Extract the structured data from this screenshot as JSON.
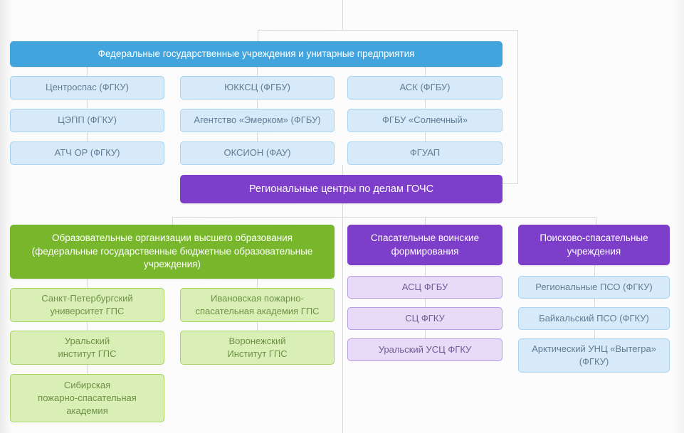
{
  "palette": {
    "blue_header": "#42a4dc",
    "blue_light_bg": "#d6eaf9",
    "blue_light_border": "#a6d3f0",
    "blue_text": "#627d95",
    "purple_header": "#7d3ec9",
    "purple_light_bg": "#e7dbf8",
    "purple_light_border": "#b89ae6",
    "purple_text": "#6f5b92",
    "green_header": "#78b72b",
    "green_light_bg": "#d9efb6",
    "green_light_border": "#a8d465",
    "green_text": "#6e9146",
    "connector_line": "#d8d8d8"
  },
  "federal": {
    "title": "Федеральные государственные учреждения и унитарные предприятия",
    "col1": [
      "Центроспас (ФГКУ)",
      "ЦЭПП (ФГКУ)",
      "АТЧ ОР (ФГКУ)"
    ],
    "col2": [
      "ЮККСЦ (ФГБУ)",
      "Агентство «Эмерком» (ФГБУ)",
      "ОКСИОН (ФАУ)"
    ],
    "col3": [
      "АСК (ФГБУ)",
      "ФГБУ «Солнечный»",
      "ФГУАП"
    ]
  },
  "regional": {
    "title": "Региональные центры по делам ГОЧС"
  },
  "education": {
    "title": "Образовательные организации высшего образования\n(федеральные государственные бюджетные образовательные\nучреждения)",
    "col1": [
      "Санкт-Петербургский\nуниверситет ГПС",
      "Уральский\nинститут ГПС",
      "Сибирская\nпожарно-спасательная\nакадемия"
    ],
    "col2": [
      "Ивановская пожарно-\nспасательная академия ГПС",
      "Воронежский\nИнститут ГПС"
    ]
  },
  "military": {
    "title": "Спасательные воинские\nформирования",
    "items": [
      "АСЦ ФГБУ",
      "СЦ ФГКУ",
      "Уральский УСЦ ФГКУ"
    ]
  },
  "search_rescue": {
    "title": "Поисково-спасательные\nучреждения",
    "items": [
      "Региональные ПСО (ФГКУ)",
      "Байкальский ПСО (ФГКУ)",
      "Арктический УНЦ «Вытегра»\n(ФГКУ)"
    ]
  }
}
